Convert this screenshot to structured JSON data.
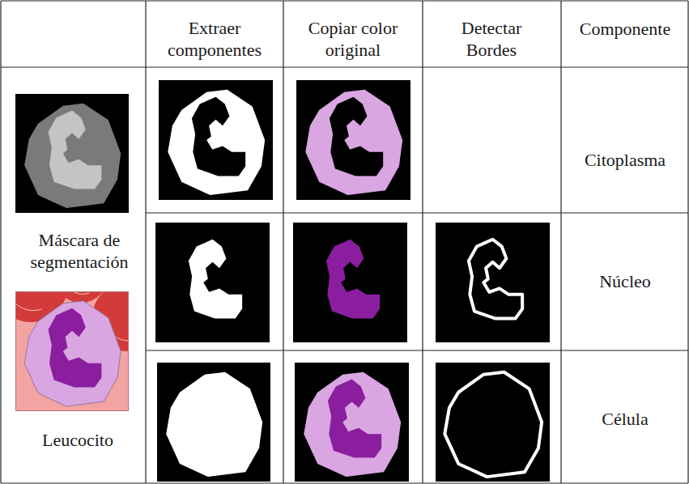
{
  "diagram": {
    "labels": [
      "Extraer componentes",
      "Copiar color original",
      "Detectar Bordes",
      "Componente",
      "Máscara de segmentación",
      "Leucocito",
      "Citoplasma",
      "Núcleo",
      "Célula"
    ]
  }
}
